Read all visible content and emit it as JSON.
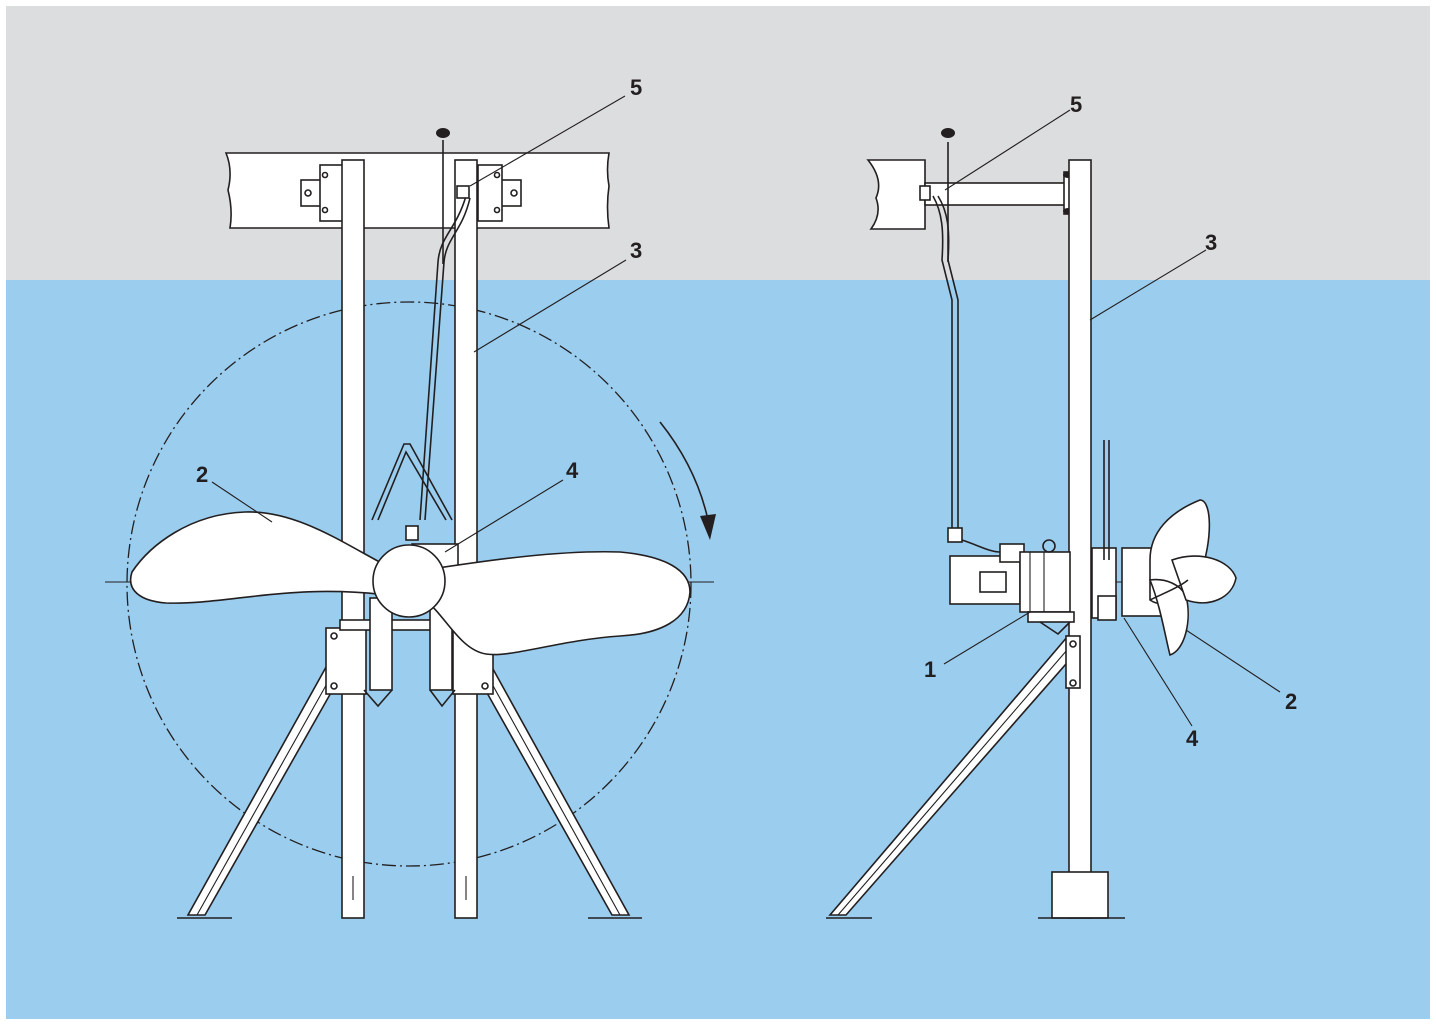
{
  "colors": {
    "air": "#dcdddf",
    "water": "#9acdee",
    "line": "#231f20",
    "part_fill": "#ffffff"
  },
  "front_view": {
    "labels": [
      {
        "id": "front-label-5",
        "text": "5"
      },
      {
        "id": "front-label-3",
        "text": "3"
      },
      {
        "id": "front-label-2",
        "text": "2"
      },
      {
        "id": "front-label-4",
        "text": "4"
      }
    ],
    "rotation_direction": "clockwise-arrow"
  },
  "side_view": {
    "labels": [
      {
        "id": "side-label-5",
        "text": "5"
      },
      {
        "id": "side-label-3",
        "text": "3"
      },
      {
        "id": "side-label-1",
        "text": "1"
      },
      {
        "id": "side-label-2",
        "text": "2"
      },
      {
        "id": "side-label-4",
        "text": "4"
      }
    ]
  }
}
